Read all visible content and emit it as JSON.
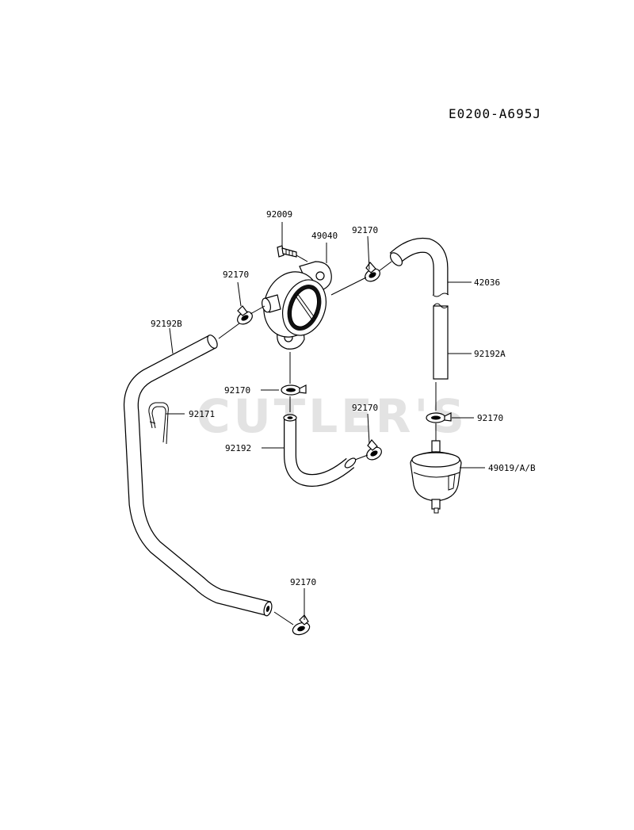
{
  "diagram_code": "E0200-A695J",
  "watermark": "CUTLER'S",
  "callouts": {
    "bolt": "92009",
    "fuel_pump": "49040",
    "clamp_pump_right": "92170",
    "clamp_pump_left": "92170",
    "hose_long_left": "92192B",
    "hose_bent_top": "42036",
    "hose_straight_right": "92192A",
    "clamp_pump_bottom": "92170",
    "clip": "92171",
    "clamp_center": "92170",
    "clamp_filter_top": "92170",
    "hose_bent_center": "92192",
    "fuel_filter": "49019/A/B",
    "clamp_bottom": "92170"
  }
}
